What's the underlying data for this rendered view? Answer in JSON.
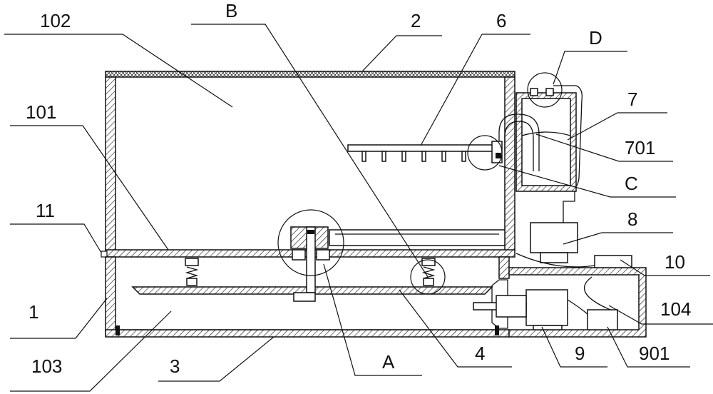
{
  "labels": {
    "l102": "102",
    "lB": "B",
    "l2": "2",
    "l6": "6",
    "lD": "D",
    "l7": "7",
    "l101": "101",
    "l701": "701",
    "lC": "C",
    "l11": "11",
    "l8": "8",
    "l10": "10",
    "l1": "1",
    "l104": "104",
    "l103": "103",
    "l3": "3",
    "lA": "A",
    "l4": "4",
    "l9": "9",
    "l901": "901"
  }
}
